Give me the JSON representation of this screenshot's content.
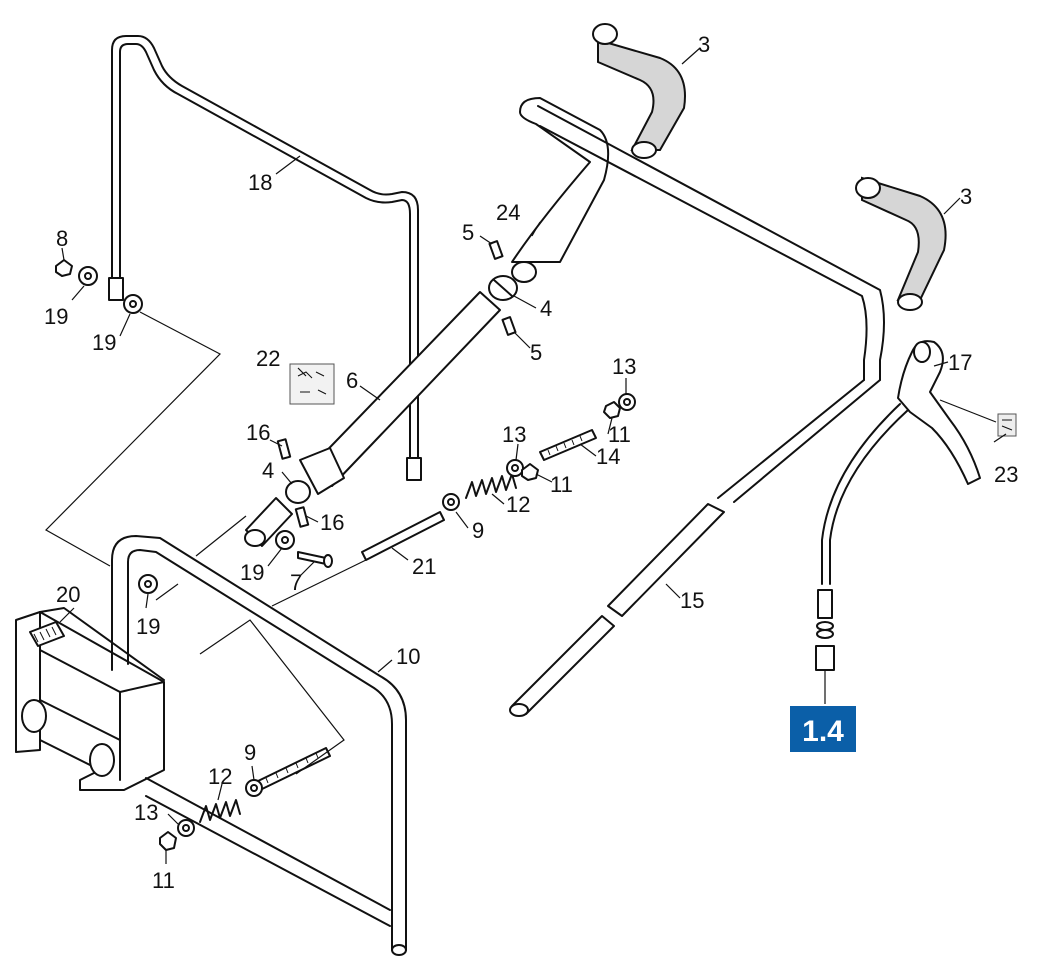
{
  "callouts": {
    "c3a": "3",
    "c3b": "3",
    "c4a": "4",
    "c4b": "4",
    "c5a": "5",
    "c5b": "5",
    "c6": "6",
    "c7": "7",
    "c8": "8",
    "c9a": "9",
    "c9b": "9",
    "c10": "10",
    "c11a": "11",
    "c11b": "11",
    "c11c": "11",
    "c12a": "12",
    "c12b": "12",
    "c13a": "13",
    "c13b": "13",
    "c13c": "13",
    "c14": "14",
    "c15": "15",
    "c16a": "16",
    "c16b": "16",
    "c17": "17",
    "c18": "18",
    "c19a": "19",
    "c19b": "19",
    "c19c": "19",
    "c19d": "19",
    "c20": "20",
    "c21": "21",
    "c22": "22",
    "c23": "23",
    "c24": "24"
  },
  "reference_badge": "1.4",
  "colors": {
    "badge": "#0b5fa8",
    "grip": "#d6d6d6",
    "line": "#111111"
  }
}
